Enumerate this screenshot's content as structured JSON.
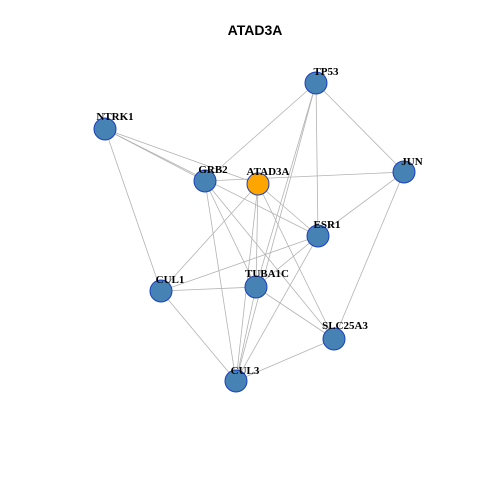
{
  "title": "ATAD3A",
  "colors": {
    "hub": "#FFA500",
    "node": "#4682B4",
    "node_border": "#1a3fc0",
    "edge": "#b3b3b3"
  },
  "nodes": [
    {
      "id": "TP53",
      "label": "TP53",
      "hub": false
    },
    {
      "id": "NTRK1",
      "label": "NTRK1",
      "hub": false
    },
    {
      "id": "GRB2",
      "label": "GRB2",
      "hub": false
    },
    {
      "id": "ATAD3A",
      "label": "ATAD3A",
      "hub": true
    },
    {
      "id": "JUN",
      "label": "JUN",
      "hub": false
    },
    {
      "id": "ESR1",
      "label": "ESR1",
      "hub": false
    },
    {
      "id": "CUL1",
      "label": "CUL1",
      "hub": false
    },
    {
      "id": "TUBA1C",
      "label": "TUBA1C",
      "hub": false
    },
    {
      "id": "SLC25A3",
      "label": "SLC25A3",
      "hub": false
    },
    {
      "id": "CUL3",
      "label": "CUL3",
      "hub": false
    }
  ],
  "edges": [
    [
      "NTRK1",
      "GRB2"
    ],
    [
      "NTRK1",
      "ATAD3A"
    ],
    [
      "NTRK1",
      "CUL1"
    ],
    [
      "NTRK1",
      "ESR1"
    ],
    [
      "TP53",
      "GRB2"
    ],
    [
      "TP53",
      "JUN"
    ],
    [
      "TP53",
      "ESR1"
    ],
    [
      "TP53",
      "TUBA1C"
    ],
    [
      "TP53",
      "CUL3"
    ],
    [
      "GRB2",
      "JUN"
    ],
    [
      "GRB2",
      "TUBA1C"
    ],
    [
      "GRB2",
      "SLC25A3"
    ],
    [
      "GRB2",
      "CUL3"
    ],
    [
      "ATAD3A",
      "CUL1"
    ],
    [
      "ATAD3A",
      "TUBA1C"
    ],
    [
      "ATAD3A",
      "SLC25A3"
    ],
    [
      "ATAD3A",
      "CUL3"
    ],
    [
      "ATAD3A",
      "ESR1"
    ],
    [
      "JUN",
      "ESR1"
    ],
    [
      "JUN",
      "SLC25A3"
    ],
    [
      "ESR1",
      "CUL1"
    ],
    [
      "ESR1",
      "TUBA1C"
    ],
    [
      "ESR1",
      "CUL3"
    ],
    [
      "CUL1",
      "TUBA1C"
    ],
    [
      "CUL1",
      "CUL3"
    ],
    [
      "TUBA1C",
      "SLC25A3"
    ],
    [
      "TUBA1C",
      "CUL3"
    ],
    [
      "SLC25A3",
      "CUL3"
    ]
  ]
}
